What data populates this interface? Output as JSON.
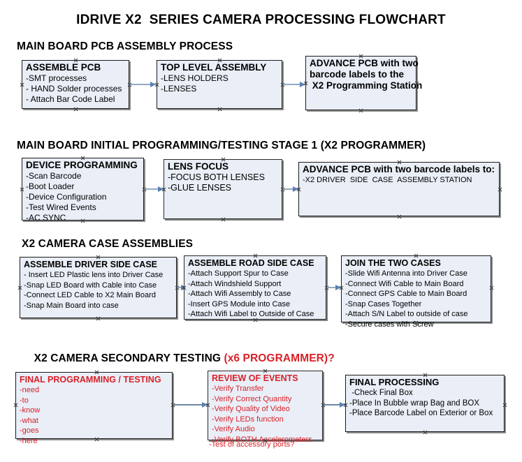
{
  "document": {
    "title": "IDRIVE X2  SERIES CAMERA PROCESSING FLOWCHART",
    "accent_color": "#d92128",
    "box_fill": "#e9eef7",
    "box_border": "#1a1a1a",
    "connector_color": "#92aac6"
  },
  "sections": [
    {
      "id": "main-board-pcb-assembly-process",
      "heading": "MAIN BOARD PCB ASSEMBLY PROCESS",
      "heading_accent": "",
      "boxes": [
        {
          "id": "assemble-pcb",
          "title": "ASSEMBLE PCB",
          "lines": [
            "-SMT processes",
            "- HAND Solder processes",
            "- Attach Bar Code Label"
          ]
        },
        {
          "id": "top-level-assembly",
          "title": "TOP LEVEL ASSEMBLY",
          "lines": [
            "-LENS HOLDERS",
            "-LENSES"
          ]
        },
        {
          "id": "advance-pcb-to-x2-programming-station",
          "title": "ADVANCE PCB with two",
          "lines": [
            "barcode labels to the",
            " X2 Programming Station"
          ]
        }
      ]
    },
    {
      "id": "main-board-initial-programming-testing-stage-1",
      "heading": "MAIN BOARD INITIAL PROGRAMMING/TESTING STAGE 1 (X2 PROGRAMMER)",
      "heading_accent": "",
      "boxes": [
        {
          "id": "device-programming",
          "title": "DEVICE PROGRAMMING",
          "lines": [
            "-Scan Barcode",
            "-Boot Loader",
            "-Device Configuration",
            "-Test Wired Events",
            "-AC SYNC"
          ]
        },
        {
          "id": "lens-focus",
          "title": "LENS FOCUS",
          "lines": [
            "-FOCUS BOTH LENSES",
            "-GLUE LENSES"
          ]
        },
        {
          "id": "advance-pcb-to-driver-side-case-assembly",
          "title": "ADVANCE PCB with two barcode labels to:",
          "lines": [
            "-X2 DRIVER  SIDE  CASE  ASSEMBLY STATION"
          ]
        }
      ]
    },
    {
      "id": "x2-camera-case-assemblies",
      "heading": "X2 CAMERA CASE ASSEMBLIES",
      "heading_accent": "",
      "boxes": [
        {
          "id": "assemble-driver-side-case",
          "title": "ASSEMBLE DRIVER SIDE CASE",
          "lines": [
            "- Insert LED Plastic lens into Driver Case",
            "-Snap LED Board with Cable into Case",
            "-Connect LED Cable to X2 Main Board",
            "-Snap Main Board into case"
          ]
        },
        {
          "id": "assemble-road-side-case",
          "title": "ASSEMBLE ROAD SIDE CASE",
          "lines": [
            "-Attach Support Spur to Case",
            "-Attach Windshield Support",
            "-Attach Wifi Assembly to Case",
            "-Insert GPS Module into Case",
            "-Attach Wifi Label to Outside of Case"
          ]
        },
        {
          "id": "join-the-two-cases",
          "title": "JOIN THE TWO CASES",
          "lines": [
            "-Slide Wifi Antenna into Driver Case",
            "-Connect Wifi Cable to Main Board",
            "-Connect GPS Cable to Main Board",
            "-Snap Cases Together",
            "-Attach S/N Label to outside of case",
            "-Secure cases with Screw"
          ]
        }
      ]
    },
    {
      "id": "x2-camera-secondary-testing",
      "heading": "X2 CAMERA SECONDARY TESTING ",
      "heading_accent": "(x6 PROGRAMMER)?",
      "boxes": [
        {
          "id": "final-programming-testing",
          "title": "FINAL PROGRAMMING / TESTING",
          "lines": [
            "-need",
            "-to",
            "-know",
            "-what",
            "-goes",
            "-here"
          ]
        },
        {
          "id": "review-of-events",
          "title": "REVIEW OF EVENTS",
          "lines": [
            "-Verify Transfer",
            "-Verify Correct Quantity",
            "-Verify Quality of Video",
            "-Verify LEDs function",
            "-Verify Audio",
            "-Verify BOTH Accelerometers"
          ],
          "overflow_line": "-Test of accessory ports?"
        },
        {
          "id": "final-processing",
          "title": "FINAL PROCESSING",
          "lines": [
            " -Check Final Box",
            "-Place In Bubble wrap Bag and BOX",
            "-Place Barcode Label on Exterior or Box"
          ]
        }
      ]
    }
  ]
}
